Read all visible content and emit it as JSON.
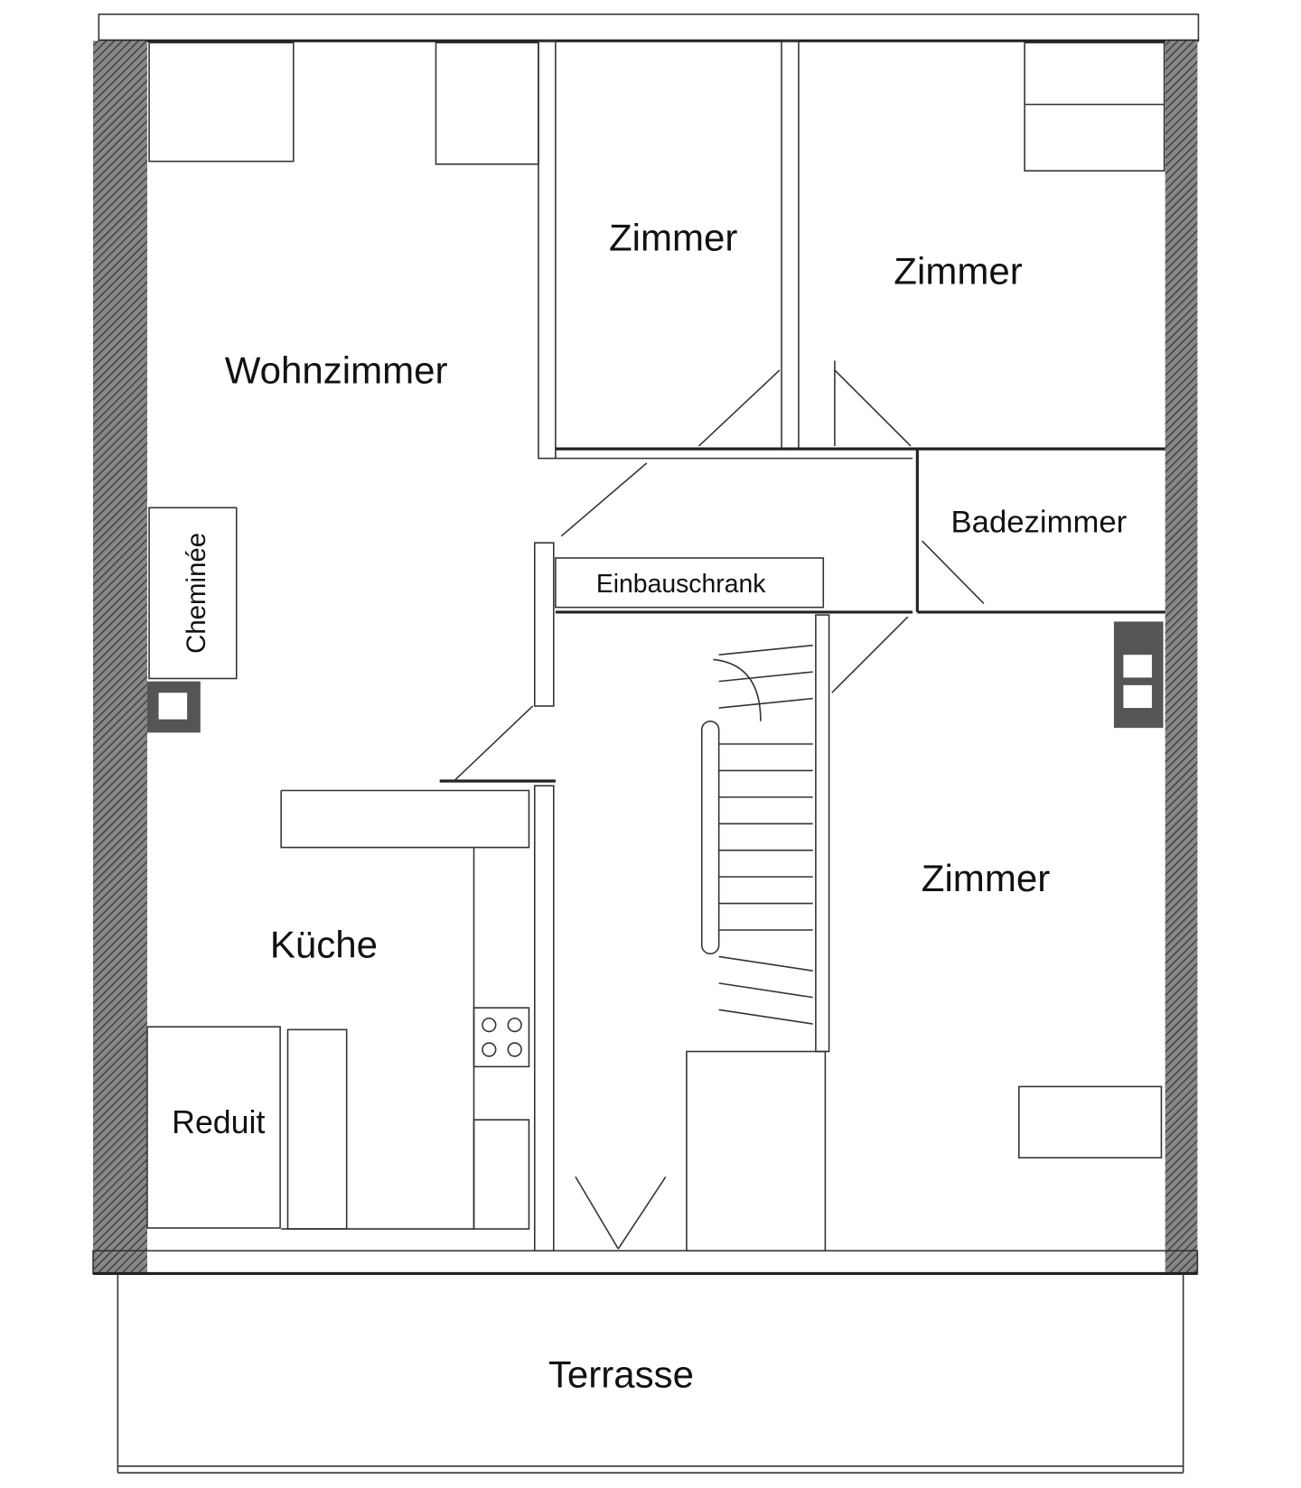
{
  "rooms": {
    "zimmer_1": "Zimmer",
    "zimmer_2": "Zimmer",
    "wohnzimmer": "Wohnzimmer",
    "badezimmer": "Badezimmer",
    "cheminee": "Cheminée",
    "einbauschrank": "Einbauschrank",
    "kueche": "Küche",
    "zimmer_3": "Zimmer",
    "reduit": "Reduit",
    "terrasse": "Terrasse"
  },
  "colors": {
    "ink": "#222222",
    "hatch": "#555555",
    "background": "#ffffff"
  }
}
